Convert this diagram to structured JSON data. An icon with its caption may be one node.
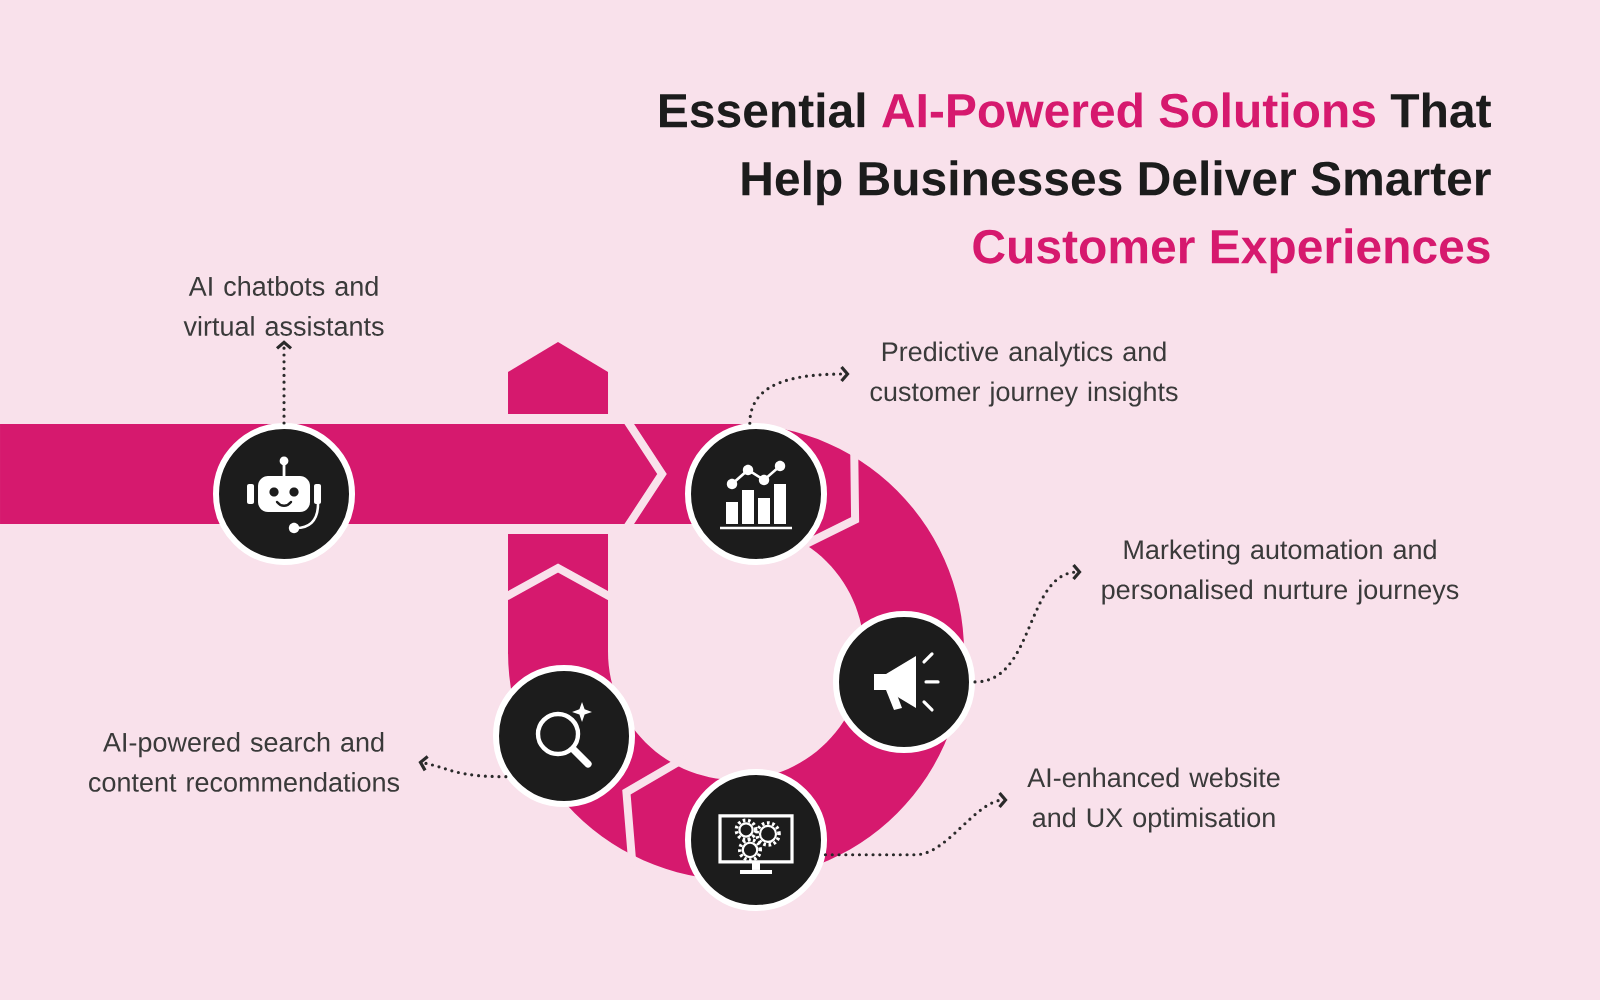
{
  "diagram": {
    "title": "Essential **AI-Powered Solutions** That Help Businesses Deliver Smarter **Customer Experiences**",
    "nodes": [
      {
        "text": [
          "AI chatbots and virtual assistants"
        ]
      },
      {
        "text": [],
        "shape": "circle"
      },
      {
        "text": [
          "Predictive analytics and customer journey insights"
        ]
      },
      {
        "text": [],
        "shape": "circle"
      },
      {
        "text": [
          "Marketing automation and personalised nurture journeys"
        ]
      },
      {
        "text": [],
        "shape": "circle"
      },
      {
        "text": [
          "AI-powered search and content recommendations"
        ]
      },
      {
        "text": [],
        "shape": "circle"
      },
      {
        "text": [
          "AI-enhanced website and UX optimisation"
        ]
      },
      {
        "text": [],
        "shape": "circle"
      }
    ],
    "edges": [
      {
        "from": 1,
        "to": 0,
        "arrow": "to",
        "style": "dashed"
      },
      {
        "from": 3,
        "to": 2,
        "arrow": "to",
        "style": "dashed"
      },
      {
        "from": 5,
        "to": 4,
        "arrow": "to",
        "style": "dashed"
      },
      {
        "from": 7,
        "to": 6,
        "arrow": "to",
        "style": "dashed"
      },
      {
        "from": 9,
        "to": 8,
        "arrow": "to",
        "style": "dashed"
      }
    ]
  }
}
